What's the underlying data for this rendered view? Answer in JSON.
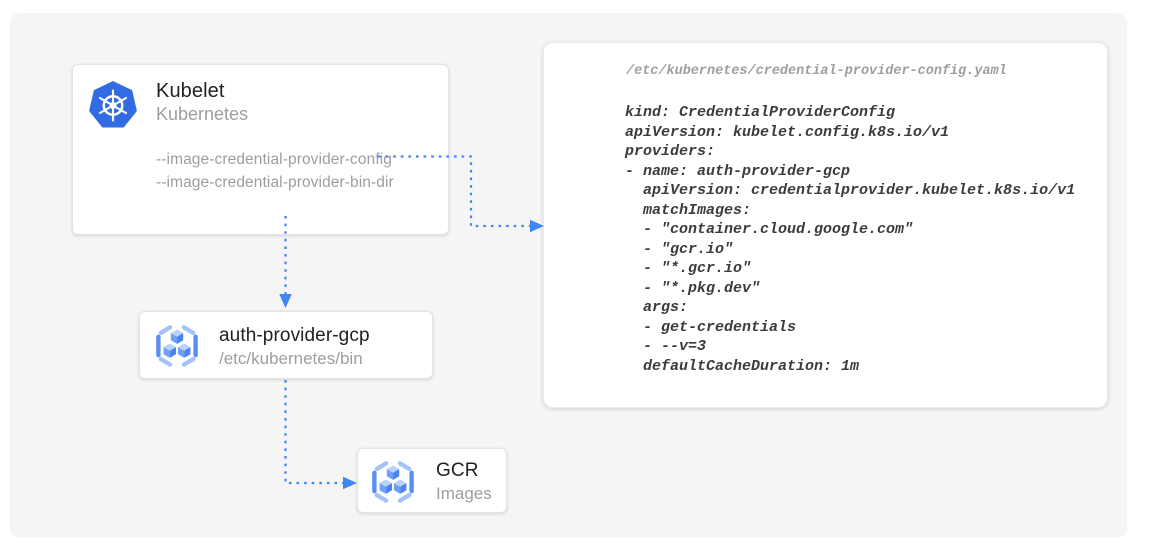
{
  "colors": {
    "arrow_blue": "#4285f4",
    "kubernetes_blue": "#326ce5",
    "title_text": "#212121",
    "muted_text": "#9e9e9e",
    "code_text": "#3c3c3c",
    "code_filename_text": "#9e9e9e",
    "canvas_bg": "#f5f5f5",
    "node_bg": "#ffffff",
    "node_border": "#e4e4e4"
  },
  "diagram": {
    "kubelet": {
      "icon": "kubernetes-icon",
      "title": "Kubelet",
      "subtitle": "Kubernetes",
      "flags": [
        "--image-credential-provider-config",
        "--image-credential-provider-bin-dir"
      ]
    },
    "auth_provider": {
      "icon": "gcr-icon",
      "title": "auth-provider-gcp",
      "subtitle": "/etc/kubernetes/bin"
    },
    "gcr": {
      "icon": "gcr-icon",
      "title": "GCR",
      "subtitle": "Images"
    }
  },
  "code_panel": {
    "filename": "/etc/kubernetes/credential-provider-config.yaml",
    "code_lines": [
      "kind: CredentialProviderConfig",
      "apiVersion: kubelet.config.k8s.io/v1",
      "providers:",
      "- name: auth-provider-gcp",
      "  apiVersion: credentialprovider.kubelet.k8s.io/v1",
      "  matchImages:",
      "  - \"container.cloud.google.com\"",
      "  - \"gcr.io\"",
      "  - \"*.gcr.io\"",
      "  - \"*.pkg.dev\"",
      "  args:",
      "  - get-credentials",
      "  - --v=3",
      "  defaultCacheDuration: 1m"
    ]
  }
}
